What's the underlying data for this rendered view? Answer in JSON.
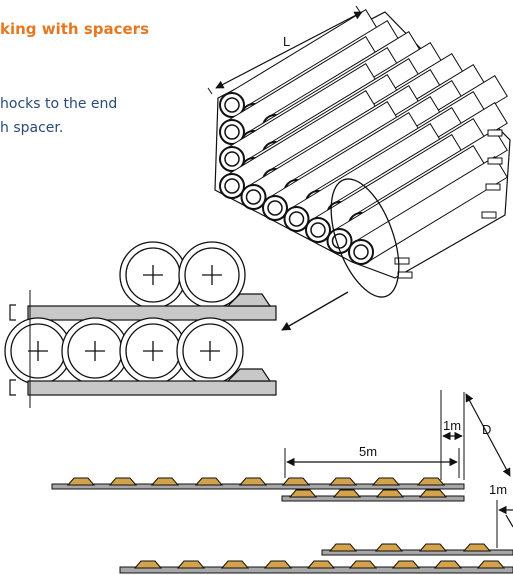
{
  "heading": "king with spacers",
  "description": [
    "hocks to the end",
    "h spacer."
  ],
  "labels": {
    "length": "L",
    "spacing_5m": "5m",
    "spacing_1m_upper": "1m",
    "distance_d": "D",
    "spacing_1m_lower": "1m"
  },
  "colors": {
    "heading": "#e87722",
    "description": "#2a4a7a",
    "chock": "#d4a24a",
    "spacer": "#c8c8c8"
  }
}
